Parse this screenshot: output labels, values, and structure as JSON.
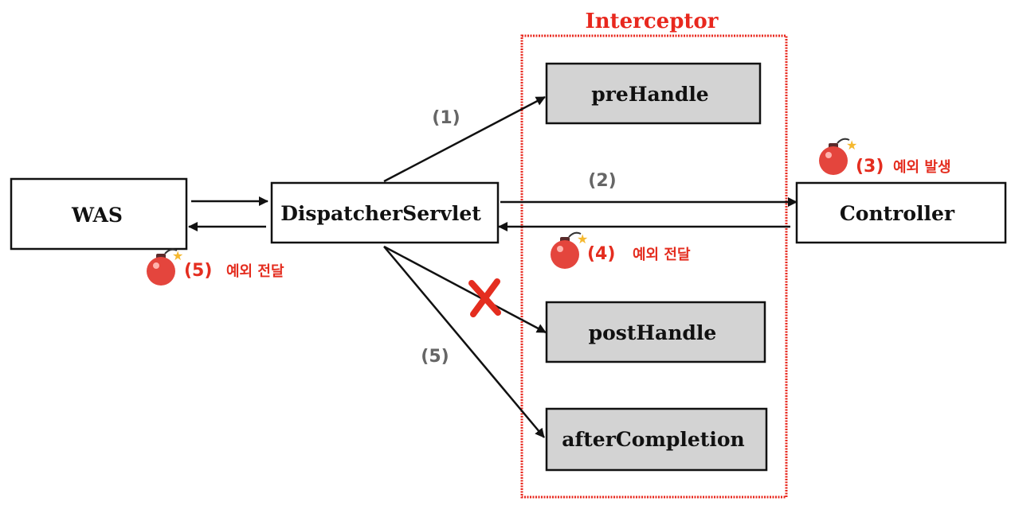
{
  "diagram": {
    "interceptor_title": "Interceptor",
    "nodes": {
      "was": "WAS",
      "dispatcher": "DispatcherServlet",
      "controller": "Controller",
      "pre_handle": "preHandle",
      "post_handle": "postHandle",
      "after_completion": "afterCompletion"
    },
    "steps": {
      "step1": "(1)",
      "step2": "(2)",
      "step5": "(5)"
    },
    "exceptions": {
      "e3": {
        "num": "(3)",
        "text": "예외 발생"
      },
      "e4": {
        "num": "(4)",
        "text": "예외 전달"
      },
      "e5": {
        "num": "(5)",
        "text": "예외 전달"
      }
    },
    "colors": {
      "interceptor_border": "#e8281e",
      "box_fill_gray": "#d3d3d3",
      "bomb": "#e4453d",
      "spark": "#f5b82e",
      "cross": "#e42d1f",
      "step_text": "#666666"
    }
  }
}
